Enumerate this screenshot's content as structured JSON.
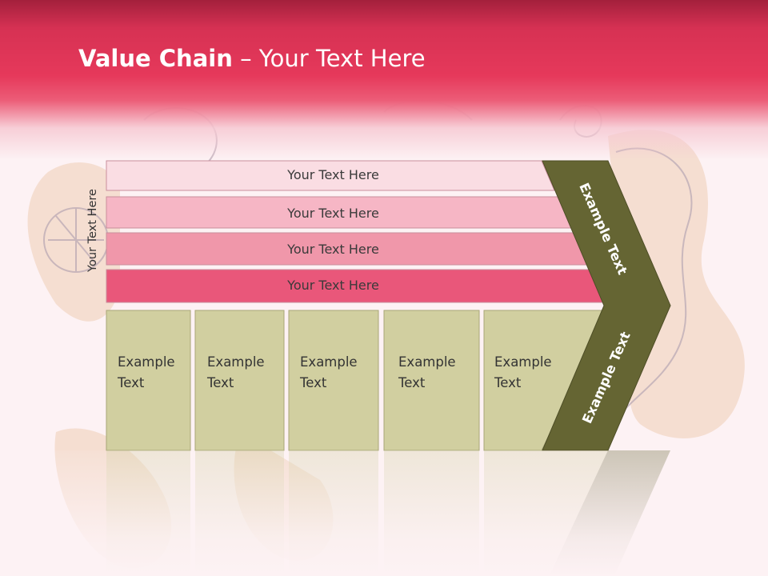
{
  "title": {
    "bold": "Value Chain",
    "rest": " – Your Text Here"
  },
  "rows": [
    {
      "label": "Your Text Here",
      "color": "#fadde3"
    },
    {
      "label": "Your Text Here",
      "color": "#f6b6c5"
    },
    {
      "label": "Your Text Here",
      "color": "#f097aa"
    },
    {
      "label": "Your Text Here",
      "color": "#e9577a"
    }
  ],
  "vertical_label": "Your Text Here",
  "boxes": [
    {
      "line1": "Example",
      "line2": "Text"
    },
    {
      "line1": "Example",
      "line2": "Text"
    },
    {
      "line1": "Example",
      "line2": "Text"
    },
    {
      "line1": "Example",
      "line2": "Text"
    },
    {
      "line1": "Example",
      "line2": "Text"
    }
  ],
  "chevron": {
    "upper": "Example Text",
    "lower": "Example Text"
  },
  "colors": {
    "header": "#e6395b",
    "box_fill": "#d1cfa0",
    "chevron_fill": "#656533",
    "background": "#fdf2f4"
  }
}
